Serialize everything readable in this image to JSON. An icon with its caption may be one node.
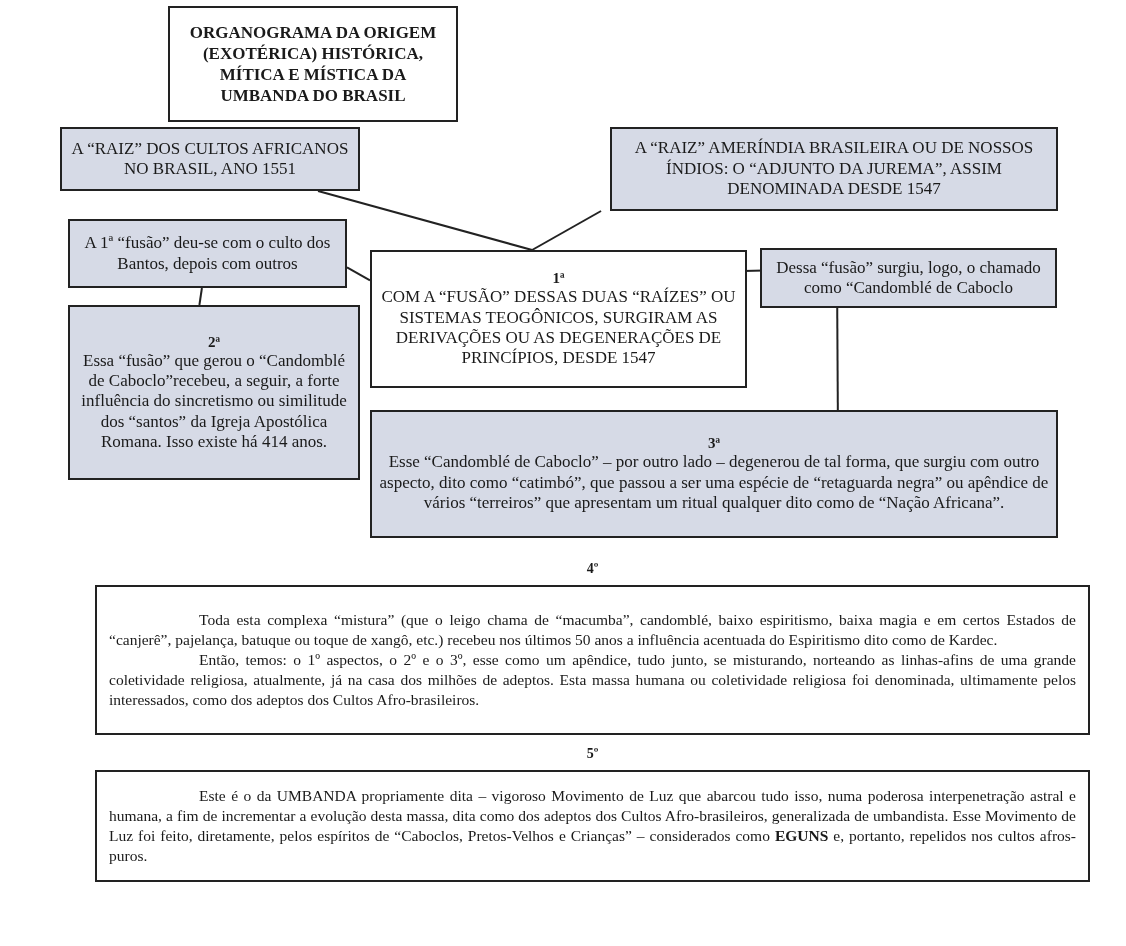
{
  "diagram": {
    "nodes": [
      {
        "text": [
          "ORGANOGRAMA DA ORIGEM (EXOTÉRICA) HISTÓRICA, MÍTICA E MÍSTICA DA UMBANDA DO BRASIL"
        ]
      },
      {
        "text": [
          "A “RAIZ” DOS CULTOS AFRICANOS NO BRASIL, ANO 1551"
        ]
      },
      {
        "text": [
          "A “RAIZ” AMERÍNDIA BRASILEIRA OU DE NOSSOS ÍNDIOS: O “ADJUNTO DA JUREMA”, ASSIM DENOMINADA DESDE 1547"
        ]
      },
      {
        "text": [
          "A 1ª “fusão” deu-se com o culto dos Bantos, depois com outros"
        ]
      },
      {
        "text": [
          "1ª",
          "COM A “FUSÃO” DESSAS DUAS “RAÍZES” OU SISTEMAS TEOGÔNICOS, SURGIRAM AS DERIVAÇÕES OU AS DEGENERAÇÕES DE PRINCÍPIOS, DESDE 1547"
        ]
      },
      {
        "text": [
          "Dessa “fusão” surgiu, logo, o chamado como “Candomblé de Caboclo"
        ]
      },
      {
        "text": [
          "2ª",
          "Essa “fusão” que gerou o “Candomblé de Caboclo”recebeu, a seguir, a forte influência do sincretismo ou similitude dos “santos” da Igreja Apostólica Romana. Isso existe há 414 anos."
        ]
      },
      {
        "text": [
          "3ª",
          "Esse “Candomblé de Caboclo” – por outro lado – degenerou de tal forma, que surgiu com outro aspecto, dito como “catimbó”, que passou a ser uma espécie de “retaguarda negra” ou apêndice de vários “terreiros” que apresentam um ritual qualquer dito como de “Nação Africana”."
        ]
      },
      {
        "text": [
          "4º",
          "Toda esta complexa “mistura” (que o leigo chama de “macumba”, candomblé, baixo espiritismo, baixa magia e em certos Estados de “canjerê”, pajelança, batuque ou toque de xangô, etc.) recebeu nos últimos 50 anos a influência acentuada do Espiritismo dito como de Kardec.",
          "Então, temos: o 1º aspectos, o 2º e o 3º, esse como um apêndice, tudo junto, se misturando, norteando as linhas-afins de uma grande coletividade religiosa, atualmente, já na casa dos milhões de adeptos. Esta massa humana ou coletividade religiosa foi denominada, ultimamente pelos interessados, como dos adeptos dos Cultos Afro-brasileiros."
        ]
      },
      {
        "text": [
          "5º",
          "Este é o da UMBANDA propriamente dita – vigoroso Movimento de Luz que abarcou tudo isso, numa poderosa interpenetração astral e humana, a fim de incrementar a evolução desta massa, dita como dos adeptos dos Cultos Afro-brasileiros, generalizada de umbandista. Esse Movimento de Luz foi feito, diretamente, pelos espíritos de “Caboclos, Pretos-Velhos e Crianças” – considerados como **EGUNS** e, portanto, repelidos nos cultos afros-puros."
        ]
      }
    ],
    "edges": [
      {
        "from": 1,
        "to": 4,
        "arrow": "none"
      },
      {
        "from": 2,
        "to": 4,
        "arrow": "none"
      },
      {
        "from": 3,
        "to": 4,
        "arrow": "none"
      },
      {
        "from": 4,
        "to": 5,
        "arrow": "none"
      },
      {
        "from": 3,
        "to": 6,
        "arrow": "none"
      },
      {
        "from": 5,
        "to": 7,
        "arrow": "none"
      }
    ]
  }
}
